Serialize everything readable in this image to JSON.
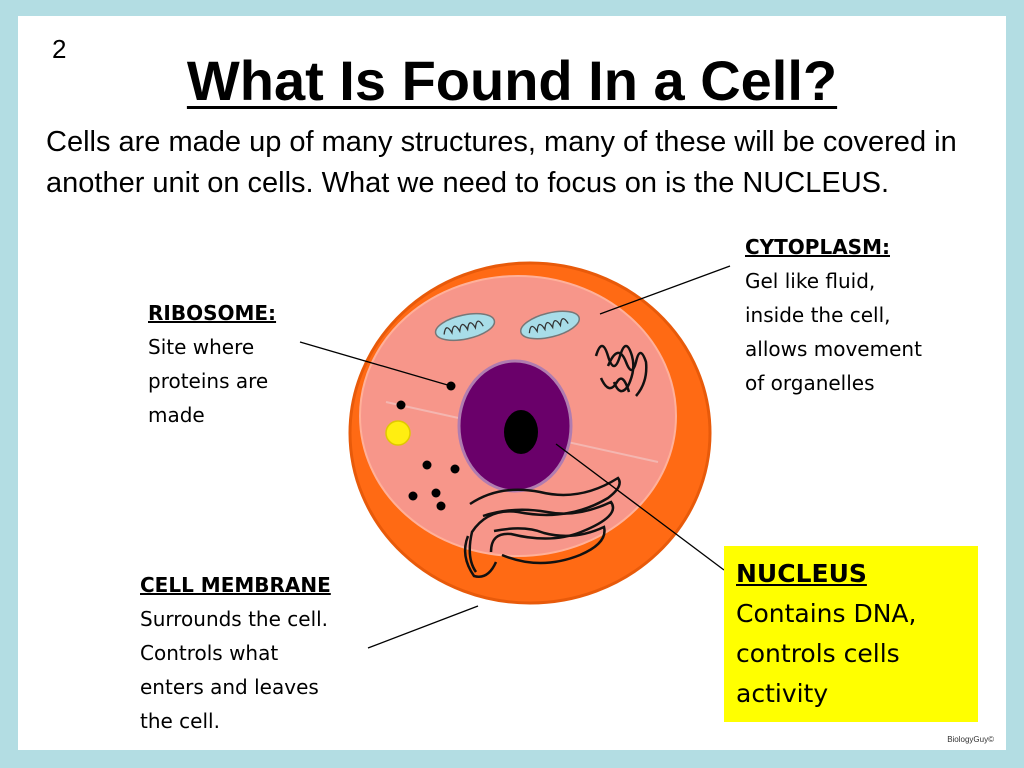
{
  "slide_number": "2",
  "title": "What Is Found In a Cell?",
  "intro": "Cells are made up of many structures, many of these will be covered in another unit on cells. What we need to focus on is the NUCLEUS.",
  "labels": {
    "ribosome": {
      "heading": "RIBOSOME:",
      "lines": [
        "Site where",
        "proteins are",
        "made"
      ]
    },
    "cytoplasm": {
      "heading": "CYTOPLASM:",
      "lines": [
        "Gel like fluid,",
        "inside the cell,",
        "allows movement",
        "of organelles"
      ]
    },
    "cell_membrane": {
      "heading": "CELL MEMBRANE",
      "lines": [
        "Surrounds the cell.",
        "Controls what",
        "enters and leaves",
        "the cell."
      ]
    },
    "nucleus": {
      "heading": "NUCLEUS",
      "lines": [
        "Contains DNA,",
        "controls cells",
        "activity"
      ]
    }
  },
  "footer": "BiologyGuy©",
  "colors": {
    "background_border": "#b3dde3",
    "membrane": "#ff6a14",
    "cytoplasm": "#f7968a",
    "nucleus": "#6a006a",
    "nucleolus": "#000000",
    "mitochondria": "#a8dde8",
    "highlight_box": "#ffff00",
    "vacuole": "#ffee11"
  }
}
